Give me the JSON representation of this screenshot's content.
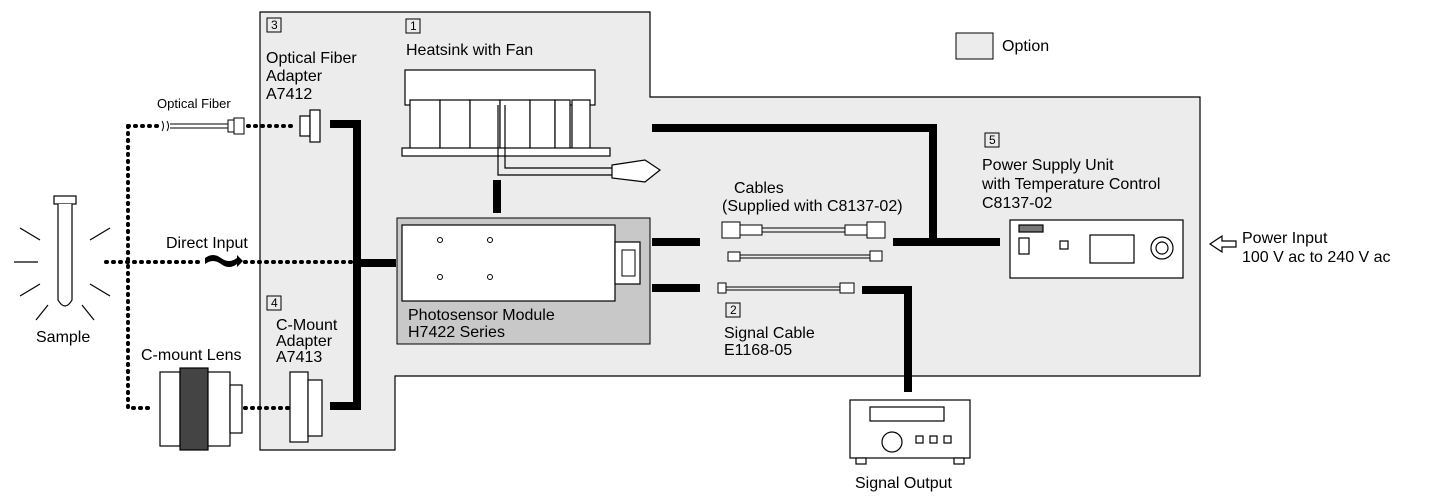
{
  "legend": {
    "label": "Option"
  },
  "components": {
    "heatsink": {
      "number": "1",
      "line1": "Heatsink with Fan"
    },
    "signal_cable": {
      "number": "2",
      "line1": "Signal Cable",
      "line2": "E1168-05"
    },
    "fiber_adapter": {
      "number": "3",
      "line1": "Optical Fiber",
      "line2": "Adapter",
      "line3": "A7412"
    },
    "cmount_adapter": {
      "number": "4",
      "line1": "C-Mount",
      "line2": "Adapter",
      "line3": "A7413"
    },
    "power_supply": {
      "number": "5",
      "line1": "Power Supply Unit",
      "line2": "with Temperature Control",
      "line3": "C8137-02"
    }
  },
  "module": {
    "line1": "Photosensor Module",
    "line2": "H7422 Series"
  },
  "cables": {
    "line1": "Cables",
    "line2": "(Supplied with C8137-02)"
  },
  "inputs": {
    "optical_fiber": "Optical Fiber",
    "direct_input": "Direct Input",
    "cmount_lens": "C-mount Lens",
    "sample": "Sample"
  },
  "power_input": {
    "line1": "Power Input",
    "line2": "100 V ac to 240 V ac"
  },
  "signal_output": "Signal Output"
}
